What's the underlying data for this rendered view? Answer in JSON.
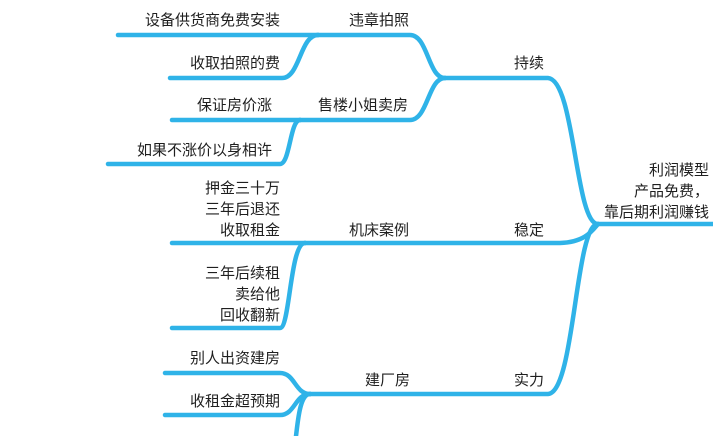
{
  "root": {
    "lines": [
      "利润模型",
      "产品免费，",
      "靠后期利润赚钱"
    ]
  },
  "branches": {
    "sustain": {
      "label": "持续",
      "children": {
        "photo": {
          "label": "违章拍照",
          "leaves": [
            "设备供货商免费安装",
            "收取拍照的费"
          ]
        },
        "sales": {
          "label": "售楼小姐卖房",
          "leaves": [
            "保证房价涨",
            "如果不涨价以身相许"
          ]
        }
      }
    },
    "stable": {
      "label": "稳定",
      "children": {
        "machine": {
          "label": "机床案例",
          "leaves": [
            [
              "押金三十万",
              "三年后退还",
              "收取租金"
            ],
            [
              "三年后续租",
              "卖给他",
              "回收翻新"
            ]
          ]
        }
      }
    },
    "strength": {
      "label": "实力",
      "children": {
        "factory": {
          "label": "建厂房",
          "leaves": [
            "别人出资建房",
            "收租金超预期"
          ]
        }
      }
    }
  },
  "style": {
    "line_color": "#2fb3e8",
    "text_color": "#1f1f1f"
  }
}
